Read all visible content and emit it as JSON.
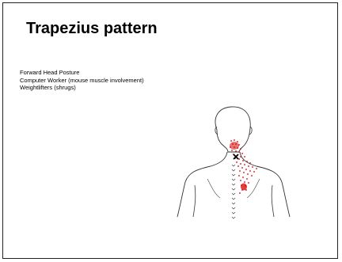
{
  "slide": {
    "title": "Trapezius pattern",
    "bullets": [
      "Forward Head Posture",
      "Computer Worker (mouse muscle involvement)",
      "Weightlifters (shrugs)"
    ]
  },
  "figure": {
    "icon": "posterior-neck-shoulders-illustration",
    "referral_color": "#d40000",
    "trigger_point_marker": "x"
  }
}
